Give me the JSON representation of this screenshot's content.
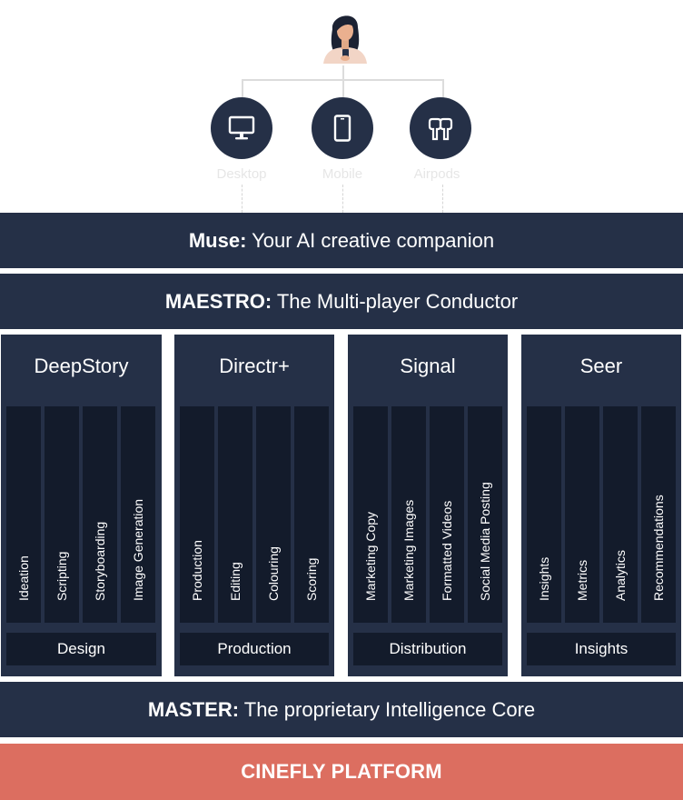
{
  "devices": [
    {
      "label": "Desktop",
      "icon": "desktop-icon"
    },
    {
      "label": "Mobile",
      "icon": "mobile-icon"
    },
    {
      "label": "Airpods",
      "icon": "airpods-icon"
    }
  ],
  "muse": {
    "bold": "Muse:",
    "text": " Your AI creative companion"
  },
  "maestro": {
    "bold": "MAESTRO:",
    "text": " The Multi-player Conductor"
  },
  "modules": [
    {
      "title": "DeepStory",
      "columns": [
        "Ideation",
        "Scripting",
        "Storyboarding",
        "Image Generation"
      ],
      "footer": "Design"
    },
    {
      "title": "Directr+",
      "columns": [
        "Production",
        "Editing",
        "Colouring",
        "Scoring"
      ],
      "footer": "Production"
    },
    {
      "title": "Signal",
      "columns": [
        "Marketing Copy",
        "Marketing Images",
        "Formatted Videos",
        "Social Media Posting"
      ],
      "footer": "Distribution"
    },
    {
      "title": "Seer",
      "columns": [
        "Insights",
        "Metrics",
        "Analytics",
        "Recommendations"
      ],
      "footer": "Insights"
    }
  ],
  "master": {
    "bold": "MASTER:",
    "text": " The proprietary Intelligence Core"
  },
  "platform": {
    "label": "CINEFLY PLATFORM"
  },
  "colors": {
    "navy": "#253047",
    "dark_navy": "#131b2b",
    "platform_red": "#dc6e60"
  }
}
